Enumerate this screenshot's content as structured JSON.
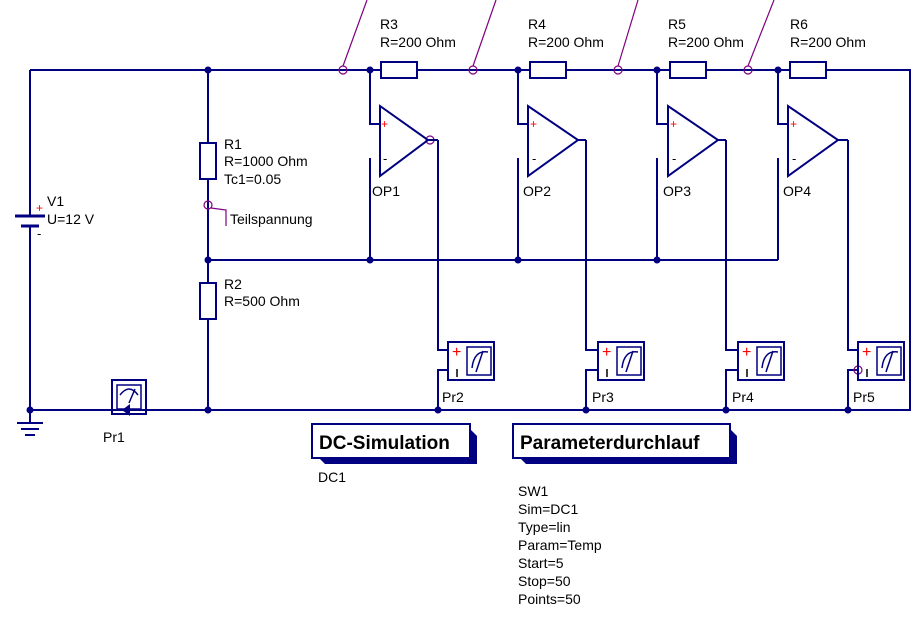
{
  "components": {
    "r3": {
      "name": "R3",
      "value": "R=200 Ohm"
    },
    "r4": {
      "name": "R4",
      "value": "R=200 Ohm"
    },
    "r5": {
      "name": "R5",
      "value": "R=200 Ohm"
    },
    "r6": {
      "name": "R6",
      "value": "R=200 Ohm"
    },
    "r1": {
      "name": "R1",
      "value": "R=1000 Ohm",
      "tc": "Tc1=0.05"
    },
    "r2": {
      "name": "R2",
      "value": "R=500 Ohm"
    },
    "v1": {
      "name": "V1",
      "value": "U=12 V"
    },
    "op1": {
      "name": "OP1"
    },
    "op2": {
      "name": "OP2"
    },
    "op3": {
      "name": "OP3"
    },
    "op4": {
      "name": "OP4"
    },
    "pr1": {
      "name": "Pr1"
    },
    "pr2": {
      "name": "Pr2"
    },
    "pr3": {
      "name": "Pr3"
    },
    "pr4": {
      "name": "Pr4"
    },
    "pr5": {
      "name": "Pr5"
    }
  },
  "wire_label": "Teilspannung",
  "symbols": {
    "plus": "+",
    "minus": "-"
  },
  "simulations": {
    "dc": {
      "title": "DC-Simulation",
      "name": "DC1"
    },
    "sweep": {
      "title": "Parameterdurchlauf",
      "name": "SW1",
      "props": [
        "Sim=DC1",
        "Type=lin",
        "Param=Temp",
        "Start=5",
        "Stop=50",
        "Points=50"
      ]
    }
  },
  "colors": {
    "wire": "#000080",
    "label": "#800080",
    "plus": "#ff0000"
  }
}
